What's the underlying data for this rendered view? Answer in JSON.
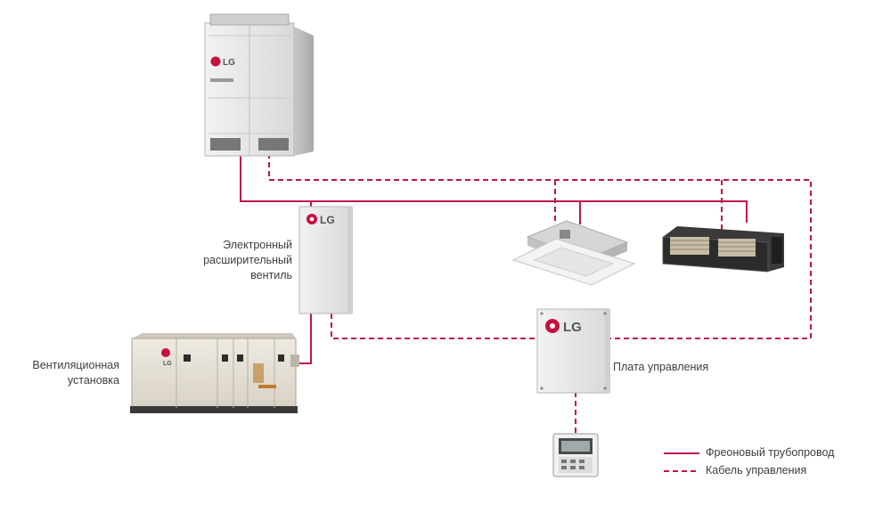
{
  "brand": "LG",
  "colors": {
    "refrigerant_line": "#c0154b",
    "control_cable": "#c0154b",
    "logo_red": "#c8103e",
    "unit_body": "#e6e6e6"
  },
  "labels": {
    "eev": [
      "Электронный",
      "расширительный",
      "вентиль"
    ],
    "ahu": [
      "Вентиляционная",
      "установка"
    ],
    "control_board": "Плата управления"
  },
  "legend": {
    "refrigerant_pipe": "Фреоновый трубопровод",
    "control_cable": "Кабель управления"
  },
  "icons": [
    "outdoor-vrf-unit-icon",
    "eev-box-icon",
    "cassette-unit-icon",
    "duct-unit-icon",
    "control-board-icon",
    "ahu-icon",
    "remote-controller-icon",
    "lg-logo-icon"
  ]
}
